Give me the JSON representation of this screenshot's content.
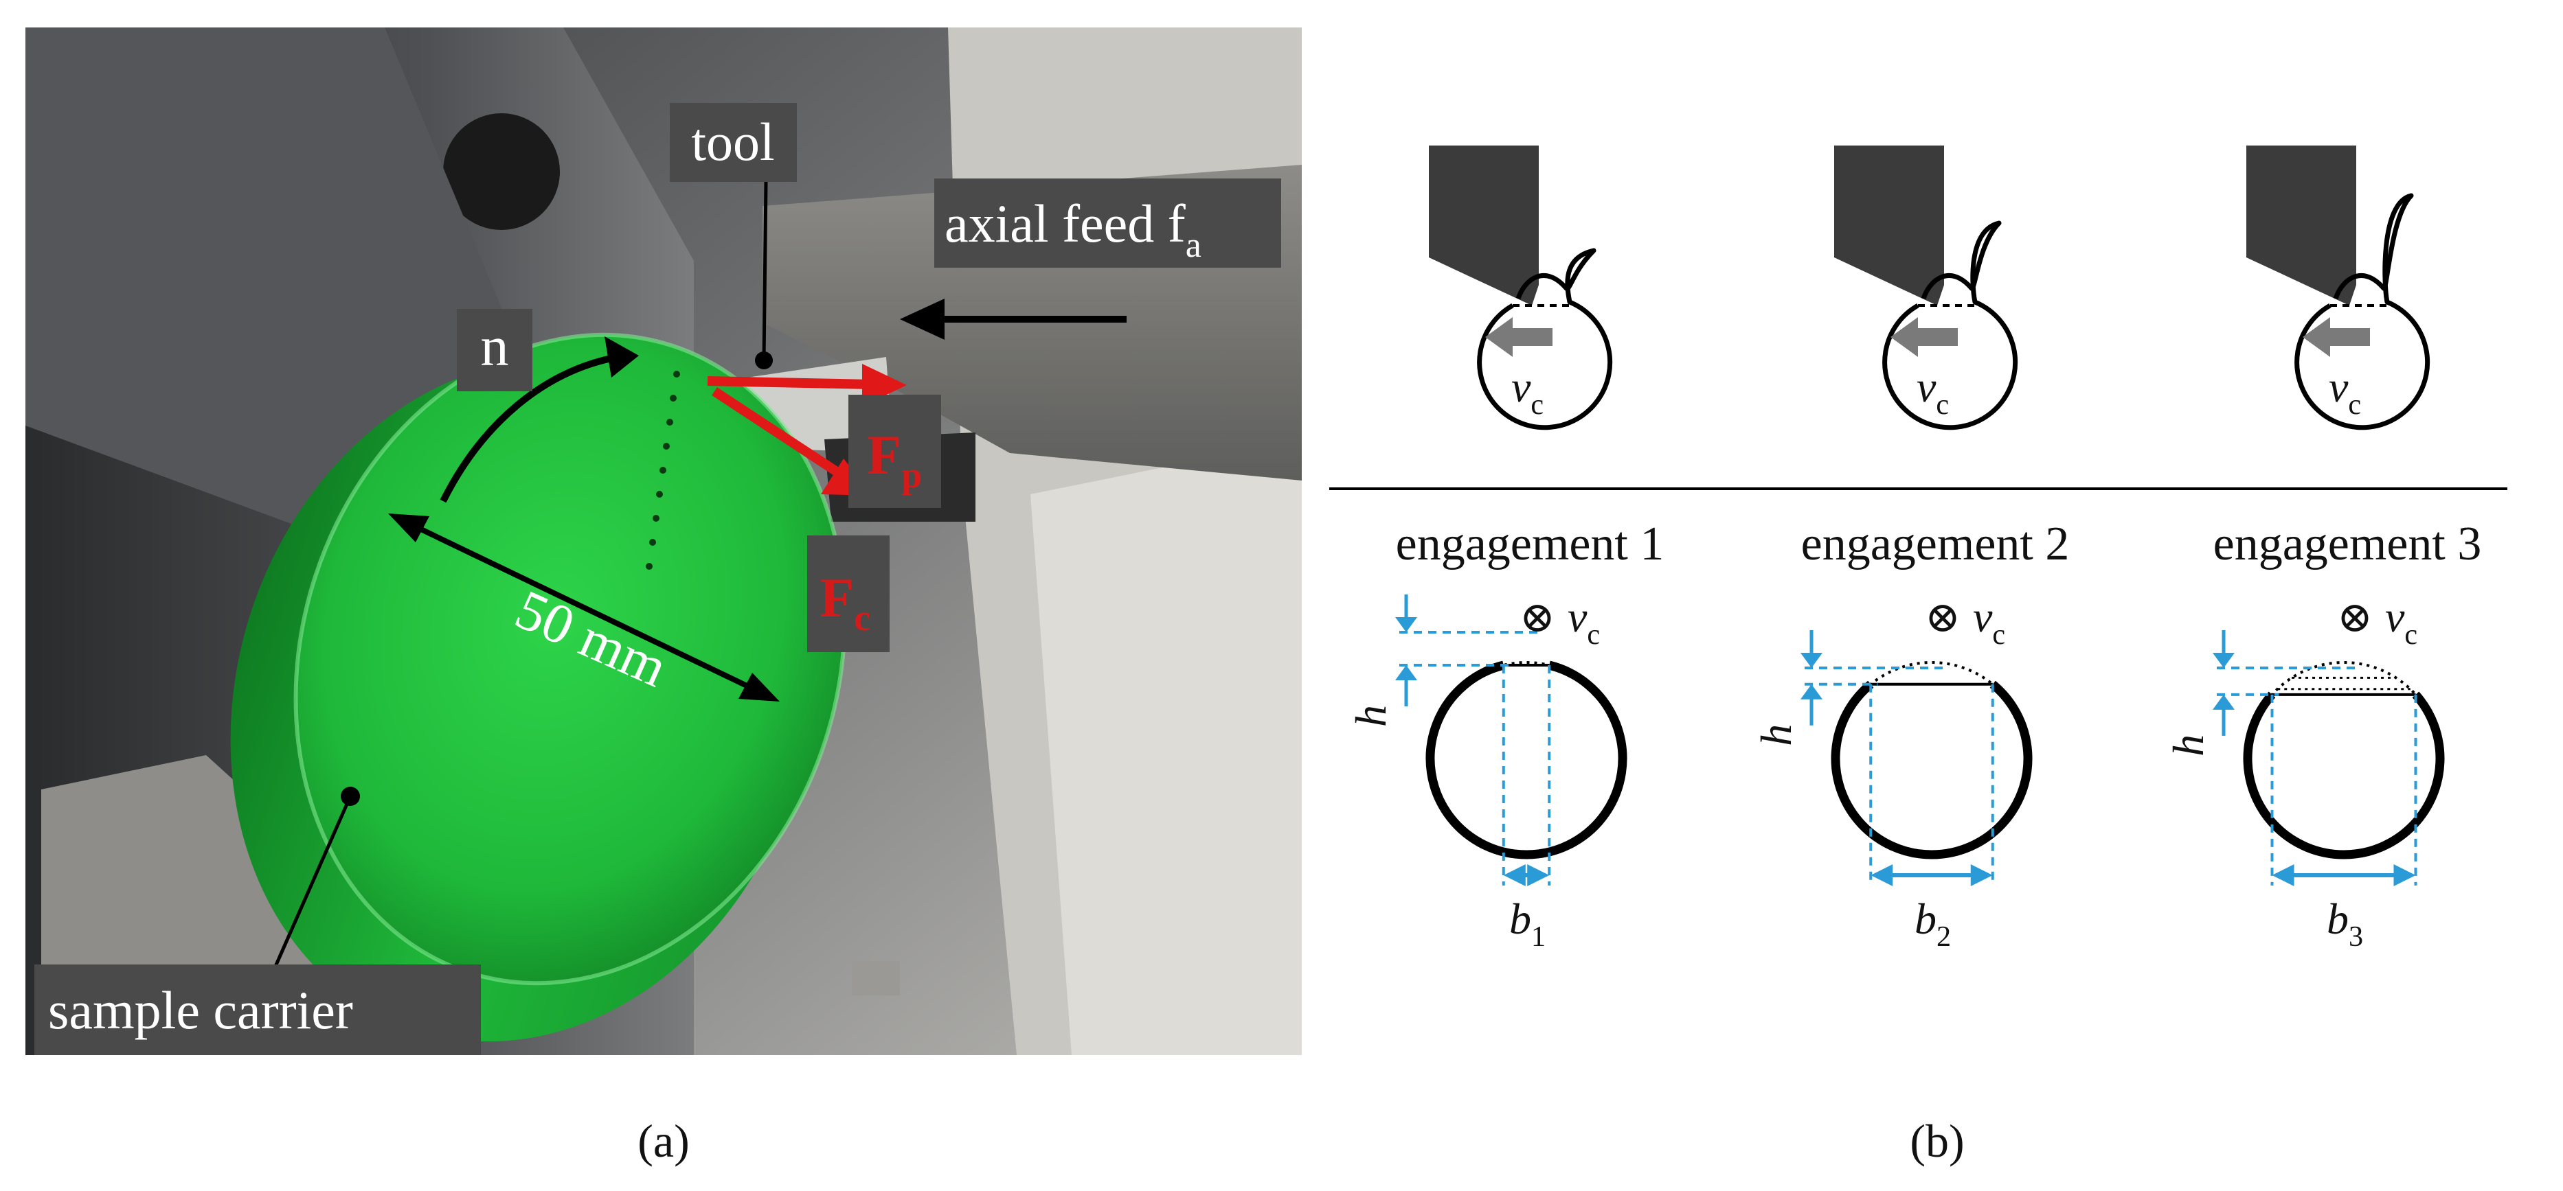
{
  "panel_a": {
    "caption": "(a)",
    "labels": {
      "tool": "tool",
      "axial_feed_text": "axial feed f",
      "axial_feed_sub": "a",
      "rotation": "n",
      "force_p": "F",
      "force_p_sub": "p",
      "force_c": "F",
      "force_c_sub": "c",
      "diameter": "50 mm",
      "sample_carrier": "sample carrier"
    },
    "colors": {
      "disc_green": "#1fbf3a",
      "force_arrow": "#e01818",
      "label_box": "#4a4a4a"
    }
  },
  "panel_b": {
    "caption": "(b)",
    "velocity_symbol": "v",
    "velocity_sub": "c",
    "cross_symbol": "⊗",
    "height_symbol": "h",
    "width_symbol": "b",
    "engagements": [
      {
        "title": "engagement 1",
        "width_sub": "1",
        "depth": 0.1
      },
      {
        "title": "engagement 2",
        "width_sub": "2",
        "depth": 0.22
      },
      {
        "title": "engagement 3",
        "width_sub": "3",
        "depth": 0.34
      }
    ],
    "colors": {
      "dimension": "#2a9bd6",
      "tool": "#3b3b3b",
      "velocity_arrow": "#7a7a7a"
    }
  }
}
